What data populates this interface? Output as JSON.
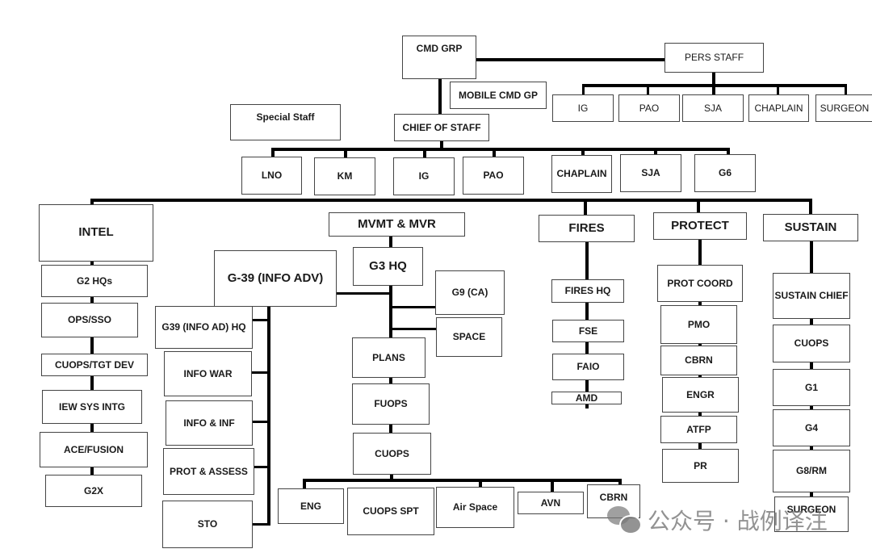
{
  "diagram": {
    "type": "org-chart",
    "command": {
      "cmd_grp": "CMD GRP",
      "mobile_cmd_gp": "MOBILE CMD GP",
      "chief_of_staff": "CHIEF OF STAFF",
      "special_staff": "Special Staff"
    },
    "pers_staff": {
      "title": "PERS STAFF",
      "children": [
        "IG",
        "PAO",
        "SJA",
        "CHAPLAIN",
        "SURGEON"
      ]
    },
    "cos_staff": [
      "LNO",
      "KM",
      "IG",
      "PAO",
      "CHAPLAIN",
      "SJA",
      "G6"
    ],
    "intel": {
      "title": "INTEL",
      "children": [
        "G2 HQs",
        "OPS/SSO",
        "CUOPS/TGT DEV",
        "IEW SYS INTG",
        "ACE/FUSION",
        "G2X"
      ]
    },
    "g39": {
      "title": "G-39 (INFO ADV)",
      "children": [
        "G39 (INFO AD) HQ",
        "INFO WAR",
        "INFO & INF",
        "PROT & ASSESS",
        "STO"
      ]
    },
    "mvmt": {
      "title": "MVMT & MVR",
      "g3hq": "G3 HQ",
      "side": [
        "G9 (CA)",
        "SPACE"
      ],
      "chain": [
        "PLANS",
        "FUOPS",
        "CUOPS"
      ],
      "cuops_children": [
        "ENG",
        "CUOPS SPT",
        "Air Space",
        "AVN",
        "CBRN"
      ]
    },
    "fires": {
      "title": "FIRES",
      "children": [
        "FIRES HQ",
        "FSE",
        "FAIO",
        "AMD"
      ]
    },
    "protect": {
      "title": "PROTECT",
      "children": [
        "PROT COORD",
        "PMO",
        "CBRN",
        "ENGR",
        "ATFP",
        "PR"
      ]
    },
    "sustain": {
      "title": "SUSTAIN",
      "children": [
        "SUSTAIN CHIEF",
        "CUOPS",
        "G1",
        "G4",
        "G8/RM",
        "SURGEON"
      ]
    }
  },
  "watermark": {
    "icon": "wechat-icon",
    "text": "公众号 · 战例译注"
  }
}
